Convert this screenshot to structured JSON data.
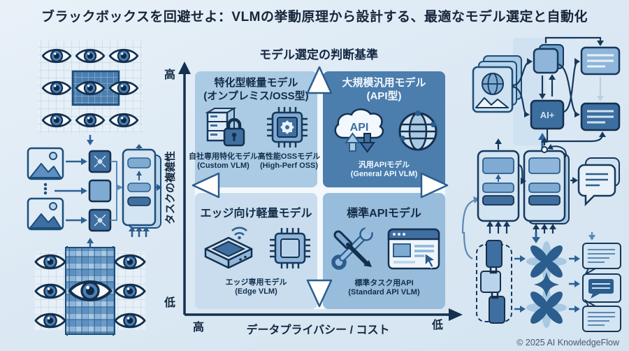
{
  "page_title": "ブラックボックスを回避せよ：VLMの挙動原理から設計する、最適なモデル選定と自動化",
  "matrix": {
    "title": "モデル選定の判断基準",
    "y_axis": {
      "label": "タスクの複雑性",
      "high": "高",
      "low": "低"
    },
    "x_axis": {
      "label": "データプライバシー / コスト",
      "high": "高",
      "low": "低"
    },
    "quadrants": {
      "top_left": {
        "title": "特化型軽量モデル",
        "subtitle": "(オンプレミス/OSS型)",
        "items": [
          {
            "icon": "server-lock-icon",
            "label": "自社専用特化モデル",
            "sublabel": "(Custom VLM)"
          },
          {
            "icon": "chip-gear-icon",
            "label": "高性能OSSモデル",
            "sublabel": "(High-Perf OSS)"
          }
        ]
      },
      "top_right": {
        "title": "大規模汎用モデル",
        "subtitle": "(API型)",
        "api_badge": "API",
        "items": [
          {
            "icon": "api-cloud-globe-icon",
            "label": "汎用APIモデル",
            "sublabel": "(General API VLM)"
          }
        ]
      },
      "bottom_left": {
        "title": "エッジ向け軽量モデル",
        "items": [
          {
            "icon": "edge-device-chip-icon",
            "label": "エッジ専用モデル",
            "sublabel": "(Edge VLM)"
          }
        ]
      },
      "bottom_right": {
        "title": "標準APIモデル",
        "items": [
          {
            "icon": "tools-browser-icon",
            "label": "標準タスク用API",
            "sublabel": "(Standard API VLM)"
          }
        ]
      }
    }
  },
  "illustrations": {
    "ai_box_label": "AI+"
  },
  "footer": {
    "copyright": "© 2025 AI KnowledgeFlow"
  },
  "colors": {
    "background": "#dce9f4",
    "quadrant_top_left": "#abcae3",
    "quadrant_top_right": "#4b7dad",
    "quadrant_bottom_left": "#c9ddee",
    "quadrant_bottom_right": "#98bcdb",
    "axis": "#14304e",
    "accent_dark": "#2b5d8e",
    "accent_mid": "#3f6fa0",
    "accent_light": "#a9c9e2"
  }
}
